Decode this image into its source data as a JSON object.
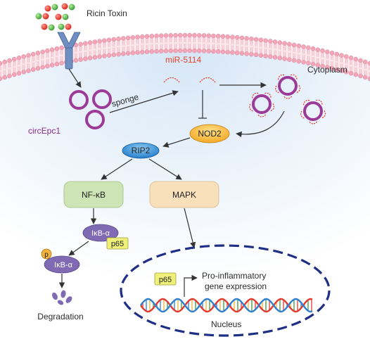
{
  "labels": {
    "ricin_toxin": "Ricin Toxin",
    "mir": "miR-5114",
    "cytoplasm": "Cytoplasm",
    "circ": "circEpc1",
    "sponge": "sponge",
    "nod2": "NOD2",
    "rip2": "RIP2",
    "nfkb": "NF-κB",
    "mapk": "MAPK",
    "ikba1": "IκB-α",
    "ikba2": "IκB-α",
    "p65_1": "p65",
    "p65_2": "p65",
    "p": "p",
    "degradation": "Degradation",
    "pro_inflam_1": "Pro-inflammatory",
    "pro_inflam_2": "gene expression",
    "nucleus": "Nucleus"
  },
  "colors": {
    "membrane_head": "#f2a6b8",
    "cytoplasm_fill": "#e4eef8",
    "receptor": "#6f8fc2",
    "circ_rna": "#9c3b97",
    "mirna": "#e8362b",
    "mir_label": "#e8422d",
    "circ_label": "#8d2c89",
    "nod2": "#f5b335",
    "rip2": "#2b8fd6",
    "nfkb_box": "#cde4b4",
    "mapk_box": "#f8e0bb",
    "ikba": "#7f6ab3",
    "p65": "#eef07a",
    "phospho": "#f2b13a",
    "nucleus_border": "#1f2f86",
    "dna_red": "#e23a2e",
    "dna_blue": "#2f7fd1"
  }
}
